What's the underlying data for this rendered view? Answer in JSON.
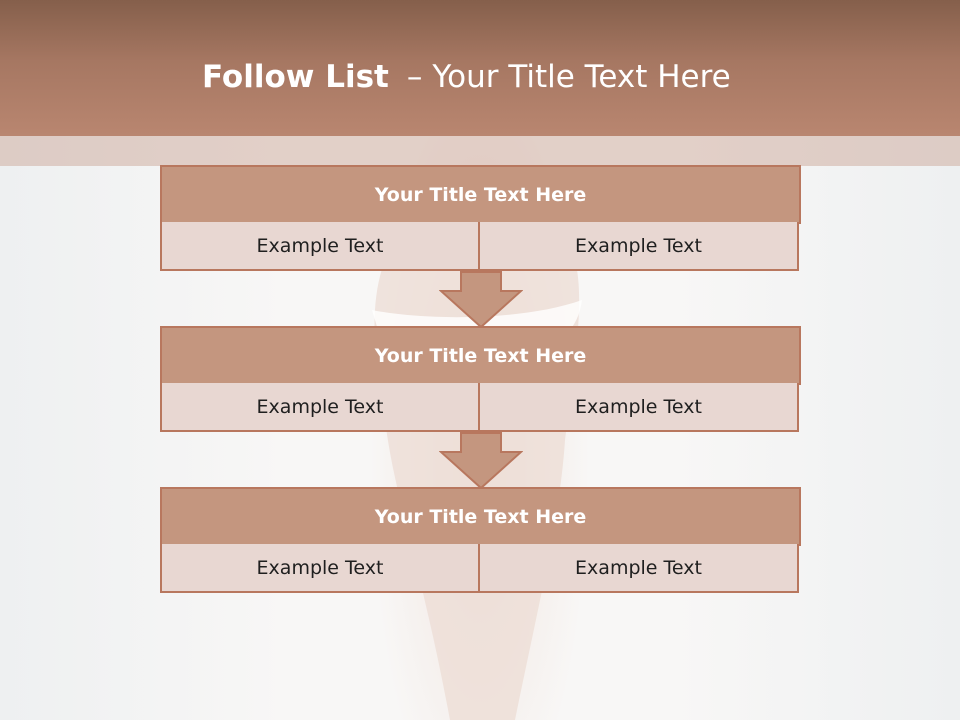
{
  "slide": {
    "title_bold": "Follow List",
    "title_sep": "–",
    "title_rest": "Your Title Text Here"
  },
  "blocks": [
    {
      "title": "Your Title Text Here",
      "left": "Example Text",
      "right": "Example Text"
    },
    {
      "title": "Your Title Text Here",
      "left": "Example Text",
      "right": "Example Text"
    },
    {
      "title": "Your Title Text Here",
      "left": "Example Text",
      "right": "Example Text"
    }
  ],
  "colors": {
    "header": "#a67762",
    "block_title": "#c4967f",
    "cell": "#e8d7d2",
    "border": "#b8775e"
  }
}
